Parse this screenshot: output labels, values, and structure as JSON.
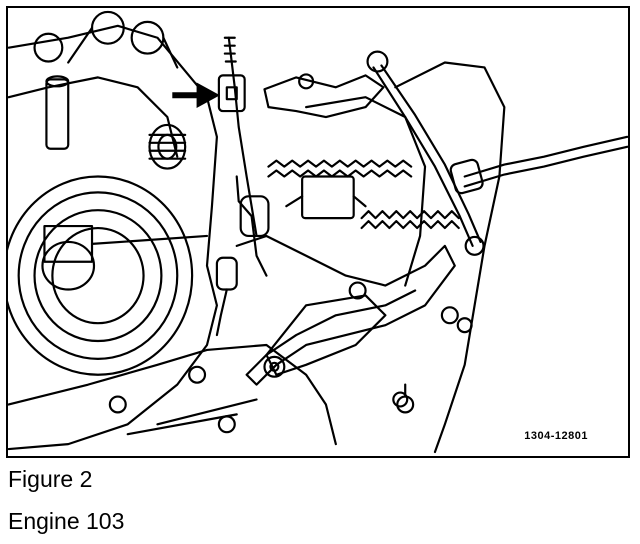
{
  "figure": {
    "part_number": "1304-12801"
  },
  "caption": {
    "figure_label": "Figure 2",
    "engine_label": "Engine 103"
  },
  "colors": {
    "ink": "#000000",
    "paper": "#ffffff"
  }
}
